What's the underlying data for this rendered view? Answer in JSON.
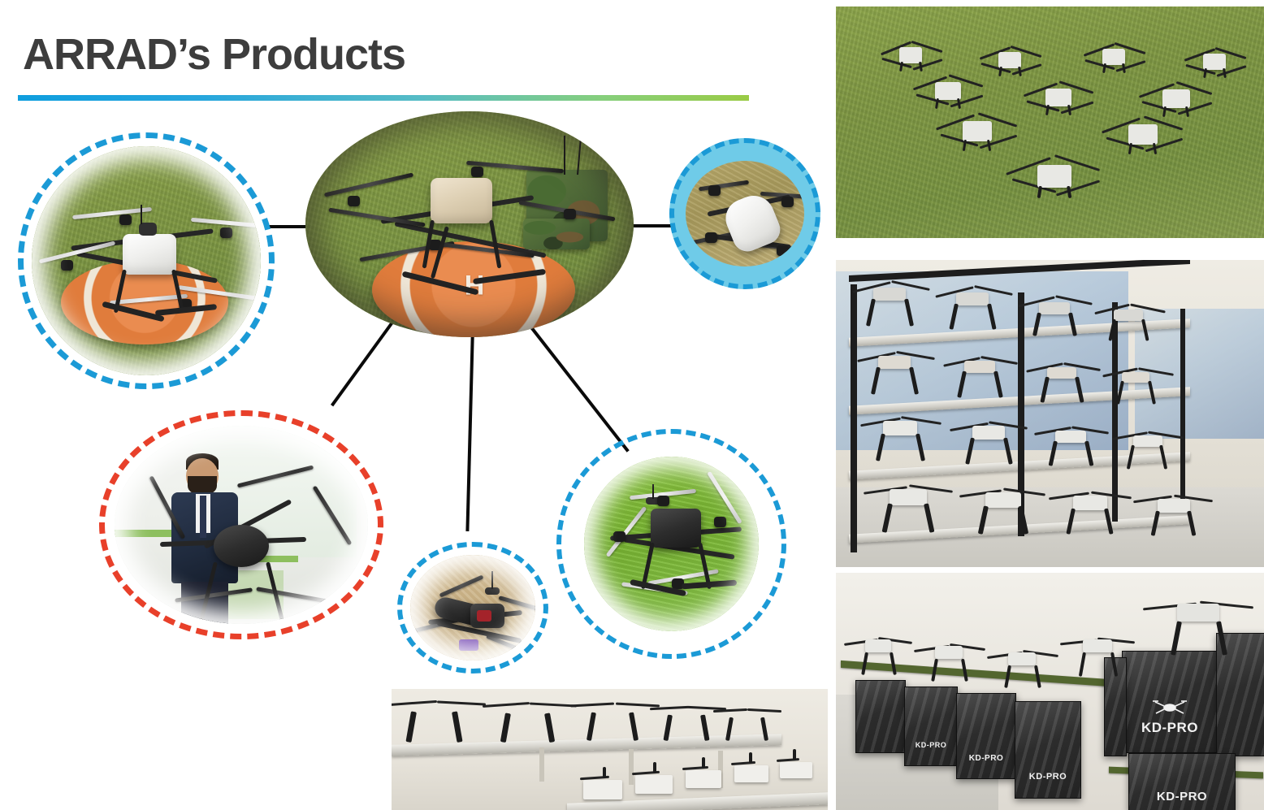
{
  "slide": {
    "title": "ARRAD’s Products",
    "accent_start": "#0f9ede",
    "accent_end": "#9acb45",
    "title_color": "#3d3d3d",
    "background": "#ffffff"
  },
  "center_node": {
    "name": "center-drone-oval",
    "caption": "Quadcopter with tan payload box on orange helipad beside camouflaged ground control unit",
    "surface": "grass",
    "helipad_marking": "H",
    "helipad_color": "#e07c3c"
  },
  "nodes": [
    {
      "id": "node-white-quad",
      "caption": "White-body quadcopter with LiDAR dome on orange helipad",
      "border_color": "#1b9ad6",
      "border_style": "dashed",
      "fill": "none"
    },
    {
      "id": "node-vtol",
      "caption": "White fixed-body VTOL drone on dry grass",
      "border_color": "#1b9ad6",
      "border_style": "dashed",
      "fill": "#6fcbe8"
    },
    {
      "id": "node-team",
      "caption": "Engineer in suit presenting large folding hexacopter at exhibition booth",
      "border_color": "#e8402a",
      "border_style": "dashed",
      "fill": "none"
    },
    {
      "id": "node-fpv",
      "caption": "FPV strike drone with nose payload on sandy ground",
      "border_color": "#1b9ad6",
      "border_style": "dashed",
      "fill": "none"
    },
    {
      "id": "node-agri",
      "caption": "Black-body quadcopter on green grass",
      "border_color": "#1b9ad6",
      "border_style": "dashed",
      "fill": "#8cc63f"
    }
  ],
  "photos": [
    {
      "id": "photo-fleet",
      "caption": "Aerial view of ten white quadcopter drones arranged in formation on a grass field",
      "drone_count": 10
    },
    {
      "id": "photo-racks",
      "caption": "Warehouse storage racks stacked with dozens of assembled drones",
      "shelf_levels": 4
    },
    {
      "id": "photo-crates",
      "caption": "Finished drones on green benches above stacked shipping crates",
      "crate_label": "KD-PRO"
    },
    {
      "id": "photo-production",
      "caption": "Production hall shelving rows filled with drone airframes and white payload units"
    }
  ],
  "connectors": [
    {
      "id": "connector-left",
      "from": "center-drone-oval",
      "to": "node-white-quad"
    },
    {
      "id": "connector-right",
      "from": "center-drone-oval",
      "to": "node-vtol"
    },
    {
      "id": "connector-lower-left",
      "from": "center-drone-oval",
      "to": "node-team"
    },
    {
      "id": "connector-lower-center",
      "from": "center-drone-oval",
      "to": "node-fpv"
    },
    {
      "id": "connector-lower-right",
      "from": "center-drone-oval",
      "to": "node-agri"
    }
  ]
}
